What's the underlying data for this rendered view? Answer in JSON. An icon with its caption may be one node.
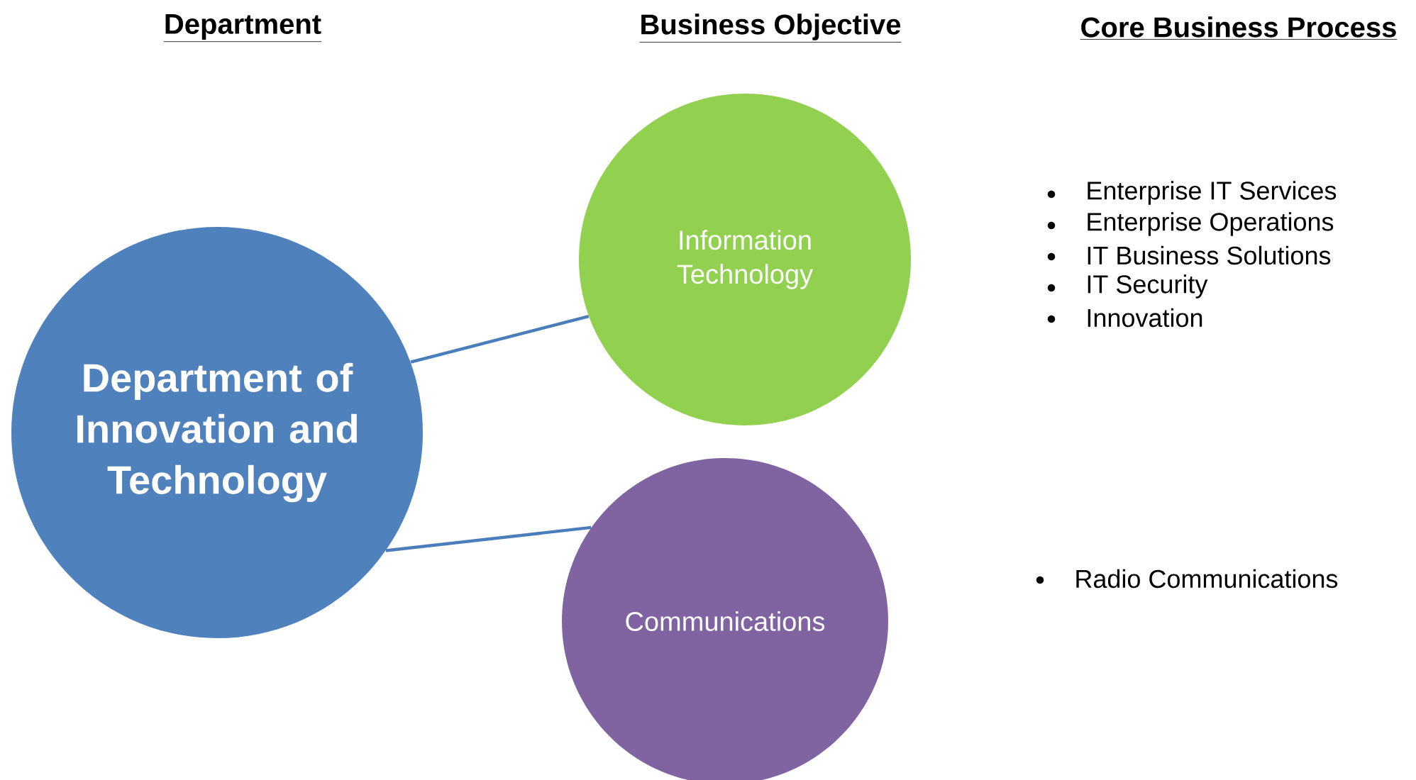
{
  "diagram": {
    "nodes": [
      {
        "text": [
          "Department of Innovation and Technology"
        ]
      },
      {
        "text": [
          "Information Technology"
        ]
      },
      {
        "text": [
          "Communications"
        ]
      }
    ],
    "edges": [
      {
        "from": 0,
        "to": 1,
        "arrow": "none"
      },
      {
        "from": 0,
        "to": 2,
        "arrow": "none"
      }
    ],
    "labels": [
      "Department",
      "Business Objective",
      "Core Business Process",
      "Enterprise IT Services",
      "Enterprise Operations",
      "IT Business Solutions",
      "IT Security",
      "Innovation",
      "Radio Communications"
    ]
  }
}
